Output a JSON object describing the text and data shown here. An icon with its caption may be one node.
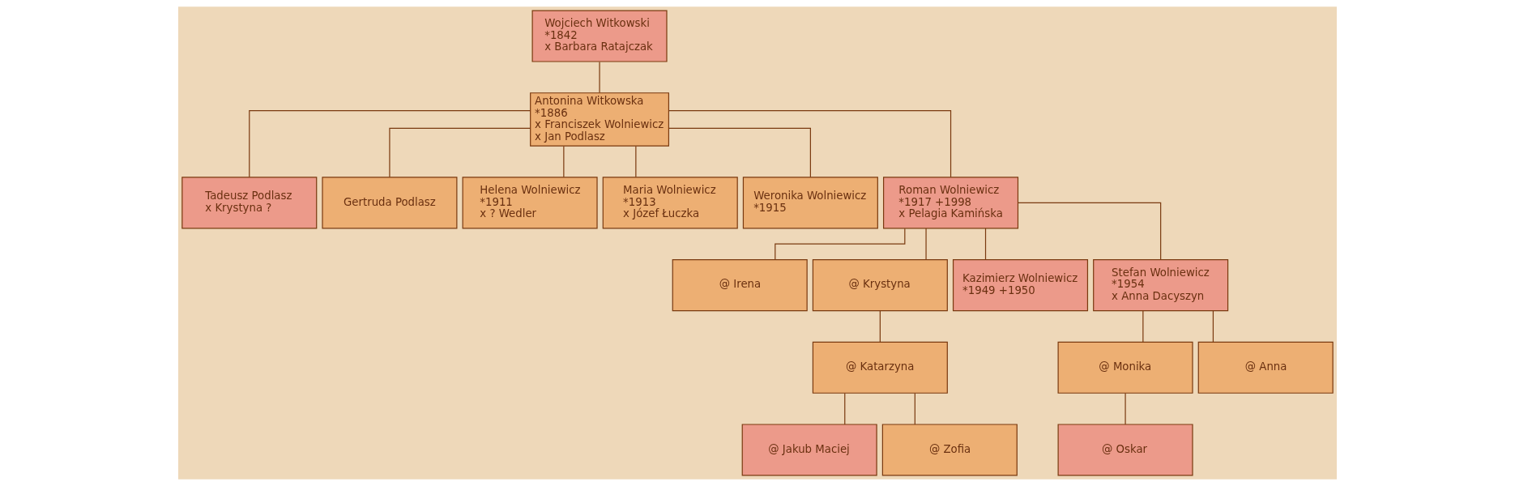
{
  "diagram": {
    "nodes": [
      {
        "text": [
          "Wojciech Witkowski",
          "*1842",
          "x Barbara Ratajczak"
        ]
      },
      {
        "text": [
          "Antonina Witkowska",
          "*1886",
          "x Franciszek Wolniewicz",
          "x Jan Podlasz"
        ]
      },
      {
        "text": [
          "Tadeusz Podlasz",
          "x Krystyna ?"
        ]
      },
      {
        "text": [
          "Gertruda Podlasz"
        ]
      },
      {
        "text": [
          "Helena Wolniewicz",
          "*1911",
          "x ? Wedler"
        ]
      },
      {
        "text": [
          "Maria Wolniewicz",
          "*1913",
          "x Józef Łuczka"
        ]
      },
      {
        "text": [
          "Weronika Wolniewicz",
          "*1915"
        ]
      },
      {
        "text": [
          "Roman Wolniewicz",
          "*1917 +1998",
          "x Pelagia Kamińska"
        ]
      },
      {
        "text": [
          "@ Irena"
        ]
      },
      {
        "text": [
          "@ Krystyna"
        ]
      },
      {
        "text": [
          "Kazimierz Wolniewicz",
          "*1949 +1950"
        ]
      },
      {
        "text": [
          "Stefan Wolniewicz",
          "*1954",
          "x Anna Dacyszyn"
        ]
      },
      {
        "text": [
          "@ Katarzyna"
        ]
      },
      {
        "text": [
          "@ Monika"
        ]
      },
      {
        "text": [
          "@ Anna"
        ]
      },
      {
        "text": [
          "@ Jakub Maciej"
        ]
      },
      {
        "text": [
          "@ Zofia"
        ]
      },
      {
        "text": [
          "@ Oskar"
        ]
      }
    ],
    "edges": [
      {
        "from": 0,
        "to": 1,
        "arrow": "none"
      },
      {
        "from": 1,
        "to": 2,
        "arrow": "none"
      },
      {
        "from": 1,
        "to": 3,
        "arrow": "none"
      },
      {
        "from": 1,
        "to": 4,
        "arrow": "none"
      },
      {
        "from": 1,
        "to": 5,
        "arrow": "none"
      },
      {
        "from": 1,
        "to": 6,
        "arrow": "none"
      },
      {
        "from": 1,
        "to": 7,
        "arrow": "none"
      },
      {
        "from": 7,
        "to": 8,
        "arrow": "none"
      },
      {
        "from": 7,
        "to": 9,
        "arrow": "none"
      },
      {
        "from": 7,
        "to": 10,
        "arrow": "none"
      },
      {
        "from": 7,
        "to": 11,
        "arrow": "none"
      },
      {
        "from": 9,
        "to": 12,
        "arrow": "none"
      },
      {
        "from": 11,
        "to": 13,
        "arrow": "none"
      },
      {
        "from": 11,
        "to": 14,
        "arrow": "none"
      },
      {
        "from": 12,
        "to": 15,
        "arrow": "none"
      },
      {
        "from": 12,
        "to": 16,
        "arrow": "none"
      },
      {
        "from": 13,
        "to": 17,
        "arrow": "none"
      }
    ]
  }
}
